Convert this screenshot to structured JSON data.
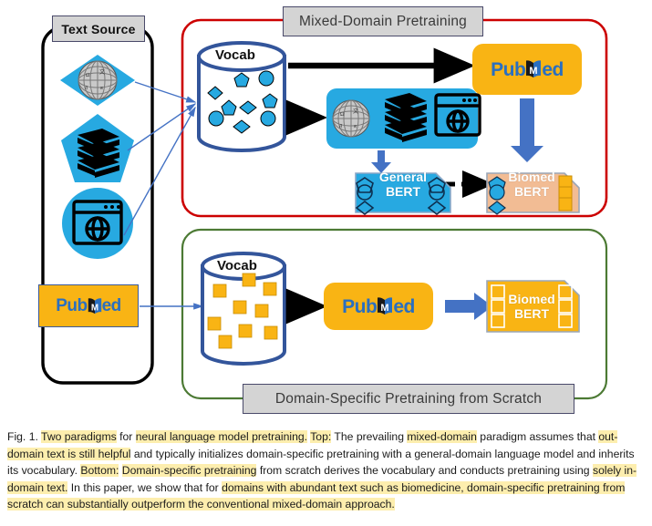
{
  "figure": {
    "panels": {
      "text_source": {
        "label": "Text Source"
      },
      "mixed_domain": {
        "label": "Mixed-Domain Pretraining",
        "border_color": "#cc0000"
      },
      "domain_specific": {
        "label": "Domain-Specific Pretraining from Scratch",
        "border_color": "#4c7a34"
      }
    },
    "text_sources": [
      {
        "name": "wikipedia-source",
        "shape": "diamond",
        "icon": "wikipedia-globe-icon"
      },
      {
        "name": "books-source",
        "shape": "pentagon",
        "icon": "books-stack-icon"
      },
      {
        "name": "web-source",
        "shape": "circle",
        "icon": "web-browser-icon"
      }
    ],
    "vocab_top": {
      "label": "Vocab",
      "token_shapes": [
        "pentagon",
        "circle",
        "diamond"
      ],
      "token_color": "#27a9e1"
    },
    "vocab_bottom": {
      "label": "Vocab",
      "token_shapes": [
        "square"
      ],
      "token_color": "#f9b414"
    },
    "corpus_box": {
      "name": "mixed-corpus-box",
      "icons": [
        "wikipedia-globe-icon",
        "books-stack-icon",
        "web-browser-icon"
      ],
      "fill": "#27a9e1"
    },
    "pubmed_logo": {
      "text_left": "Pub",
      "text_right": "ed",
      "badge_color": "#f9b414",
      "text_color": "#2a6fc0"
    },
    "models": {
      "general_bert": {
        "line1": "General",
        "line2": "BERT",
        "fill": "#27a9e1"
      },
      "biomed_bert_top": {
        "line1": "Biomed",
        "line2": "BERT",
        "fill": "#f2bc94"
      },
      "biomed_bert_bottom": {
        "line1": "Biomed",
        "line2": "BERT",
        "fill": "#f9b414"
      }
    },
    "arrow_colors": {
      "thick_black": "#000000",
      "blue_block": "#4472c4",
      "thin_blue": "#4472c4"
    }
  },
  "caption": {
    "figure_number": "Fig. 1.",
    "segments": [
      {
        "text": " ",
        "hl": false
      },
      {
        "text": "Two paradigms",
        "hl": true
      },
      {
        "text": " for ",
        "hl": false
      },
      {
        "text": "neural language model pretraining.",
        "hl": true
      },
      {
        "text": " ",
        "hl": false
      },
      {
        "text": "Top:",
        "hl": true
      },
      {
        "text": " The prevailing ",
        "hl": false
      },
      {
        "text": "mixed-domain",
        "hl": true
      },
      {
        "text": " paradigm assumes that ",
        "hl": false
      },
      {
        "text": "out-domain text is still helpful",
        "hl": true
      },
      {
        "text": " and typically initializes domain-specific pretraining with a general-domain language model and inherits its vocabulary. ",
        "hl": false
      },
      {
        "text": "Bottom:",
        "hl": true
      },
      {
        "text": " ",
        "hl": false
      },
      {
        "text": "Domain-specific pretraining",
        "hl": true
      },
      {
        "text": " from scratch derives the vocabulary and conducts pretraining using ",
        "hl": false
      },
      {
        "text": "solely in-domain text.",
        "hl": true
      },
      {
        "text": " In this paper, we show that for ",
        "hl": false
      },
      {
        "text": "domains with abundant text such as biomedicine, domain-specific pretraining from scratch can substantially outperform the conventional mixed-domain approach.",
        "hl": true
      }
    ]
  }
}
